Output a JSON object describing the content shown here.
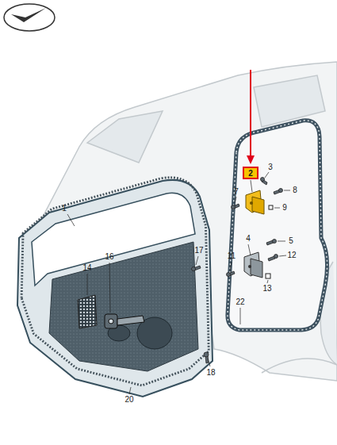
{
  "diagram": {
    "nodes": [
      {
        "text": [
          "2"
        ]
      }
    ],
    "labels": [
      "3",
      "7",
      "8",
      "9",
      "4",
      "5",
      "11",
      "12",
      "1",
      "16",
      "17",
      "14",
      "13",
      "22",
      "18",
      "20"
    ]
  }
}
